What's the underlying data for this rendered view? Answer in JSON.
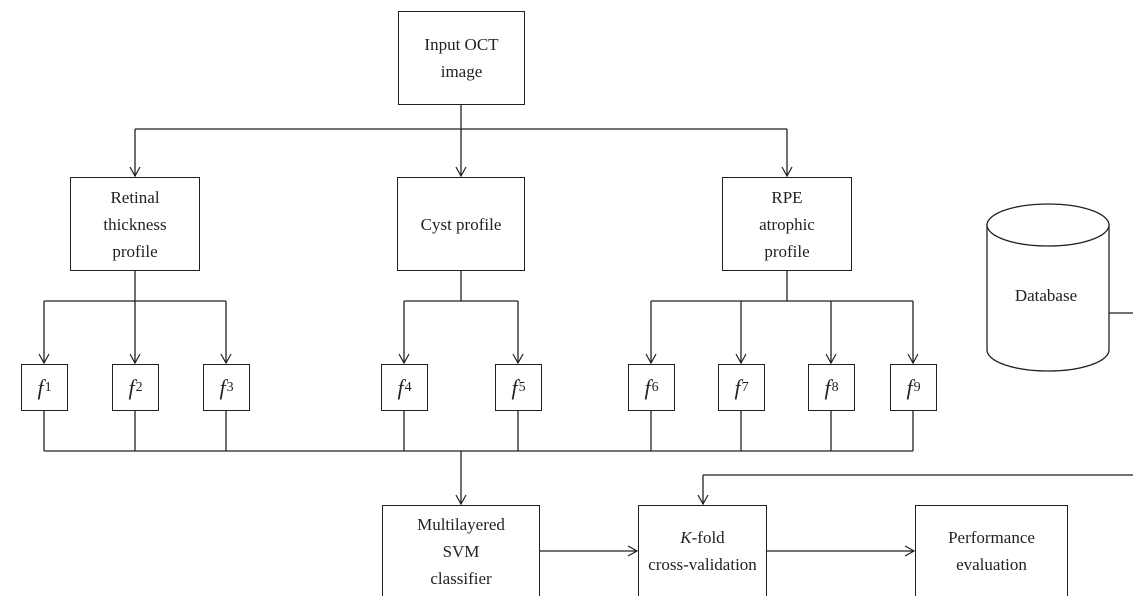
{
  "nodes": {
    "input": "Input OCT\nimage",
    "retinal": "Retinal\nthickness\nprofile",
    "cyst": "Cyst profile",
    "rpe": "RPE\natrophic\nprofile",
    "database": "Database",
    "svm": "Multilayered\nSVM\nclassifier",
    "kfold_k": "K",
    "kfold_rest": "-fold\ncross-validation",
    "performance": "Performance\nevaluation"
  },
  "features": [
    {
      "letter": "f",
      "sub": "1"
    },
    {
      "letter": "f",
      "sub": "2"
    },
    {
      "letter": "f",
      "sub": "3"
    },
    {
      "letter": "f",
      "sub": "4"
    },
    {
      "letter": "f",
      "sub": "5"
    },
    {
      "letter": "f",
      "sub": "6"
    },
    {
      "letter": "f",
      "sub": "7"
    },
    {
      "letter": "f",
      "sub": "8"
    },
    {
      "letter": "f",
      "sub": "9"
    }
  ],
  "colors": {
    "stroke": "#231f20",
    "background": "#ffffff"
  }
}
